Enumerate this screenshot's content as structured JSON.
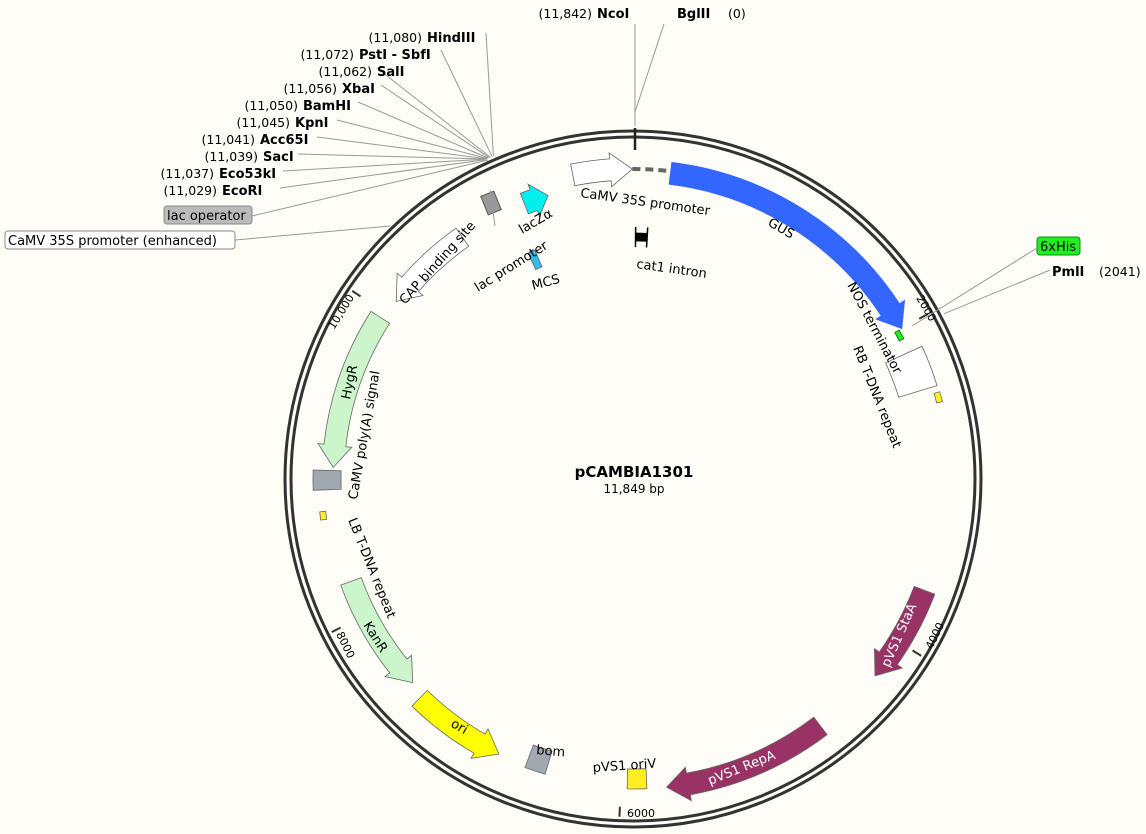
{
  "plasmid": {
    "name": "pCAMBIA1301",
    "length_label": "11,849 bp",
    "length_bp": 11849
  },
  "ticks": [
    {
      "bp": 2000,
      "label": "2000"
    },
    {
      "bp": 4000,
      "label": "4000"
    },
    {
      "bp": 6000,
      "label": "6000"
    },
    {
      "bp": 8000,
      "label": "8000"
    },
    {
      "bp": 10000,
      "label": "10,000"
    }
  ],
  "enzymes": [
    {
      "name": "HindIII",
      "position": "(11,080)",
      "bp": 11080
    },
    {
      "name": "PstI - SbfI",
      "position": "(11,072)",
      "bp": 11072
    },
    {
      "name": "SalI",
      "position": "(11,062)",
      "bp": 11062
    },
    {
      "name": "XbaI",
      "position": "(11,056)",
      "bp": 11056
    },
    {
      "name": "BamHI",
      "position": "(11,050)",
      "bp": 11050
    },
    {
      "name": "KpnI",
      "position": "(11,045)",
      "bp": 11045
    },
    {
      "name": "Acc65I",
      "position": "(11,041)",
      "bp": 11041
    },
    {
      "name": "SacI",
      "position": "(11,039)",
      "bp": 11039
    },
    {
      "name": "Eco53kI",
      "position": "(11,037)",
      "bp": 11037
    },
    {
      "name": "EcoRI",
      "position": "(11,029)",
      "bp": 11029
    },
    {
      "name": "NcoI",
      "position": "(11,842)",
      "bp": 11842
    },
    {
      "name": "BglII",
      "position": "(0)",
      "bp": 0
    },
    {
      "name": "PmlI",
      "position": "(2041)",
      "bp": 2041
    }
  ],
  "callouts": {
    "lac_operator": "lac operator",
    "camv_enhanced": "CaMV 35S promoter (enhanced)",
    "his_tag": "6xHis"
  },
  "features": [
    {
      "name": "CaMV 35S promoter",
      "start": 11480,
      "end": 11845,
      "dir": 1,
      "color": "#ffffff"
    },
    {
      "name": "GUS",
      "start": 230,
      "end": 2000,
      "dir": 1,
      "color": "#3366ff"
    },
    {
      "name": "NOS terminator",
      "start": 2150,
      "end": 2400,
      "dir": 0,
      "color": "#ffffff"
    },
    {
      "name": "RB T-DNA repeat",
      "start": 2440,
      "end": 2500,
      "dir": 0,
      "color": "#ffee22"
    },
    {
      "name": "pVS1 StaA",
      "start": 3650,
      "end": 4250,
      "dir": 1,
      "color": "#993366"
    },
    {
      "name": "pVS1 RepA",
      "start": 4700,
      "end": 5720,
      "dir": 1,
      "color": "#993366"
    },
    {
      "name": "pVS1 oriV",
      "start": 5840,
      "end": 5960,
      "dir": 0,
      "color": "#ffee22"
    },
    {
      "name": "bom",
      "start": 6470,
      "end": 6600,
      "dir": 0,
      "color": "#a0a8b0"
    },
    {
      "name": "ori",
      "start": 6780,
      "end": 7380,
      "dir": -1,
      "color": "#ffff00"
    },
    {
      "name": "KanR",
      "start": 7480,
      "end": 8230,
      "dir": -1,
      "color": "#ccf5cc"
    },
    {
      "name": "LB T-DNA repeat",
      "start": 8640,
      "end": 8690,
      "dir": 0,
      "color": "#ffee22"
    },
    {
      "name": "CaMV poly(A) signal",
      "start": 8820,
      "end": 8940,
      "dir": 0,
      "color": "#a0a8b0"
    },
    {
      "name": "HygR",
      "start": 8960,
      "end": 9960,
      "dir": -1,
      "color": "#ccf5cc"
    },
    {
      "name": "CaMV 35S promoter (enhanced)",
      "start": 10100,
      "end": 10690,
      "dir": -1,
      "color": "#ffffff"
    },
    {
      "name": "lacZα",
      "start": 11140,
      "end": 11300,
      "dir": 1,
      "color": "#00f0f0"
    },
    {
      "name": "cat1 intron",
      "start": 20,
      "end": 110,
      "dir": 0,
      "color": "#000000"
    },
    {
      "name": "MCS",
      "start": 11029,
      "end": 11085,
      "dir": 0,
      "color": "#33bbee"
    }
  ],
  "labels": {
    "cap_binding_site": "CAP binding site",
    "lac_promoter": "lac promoter"
  }
}
